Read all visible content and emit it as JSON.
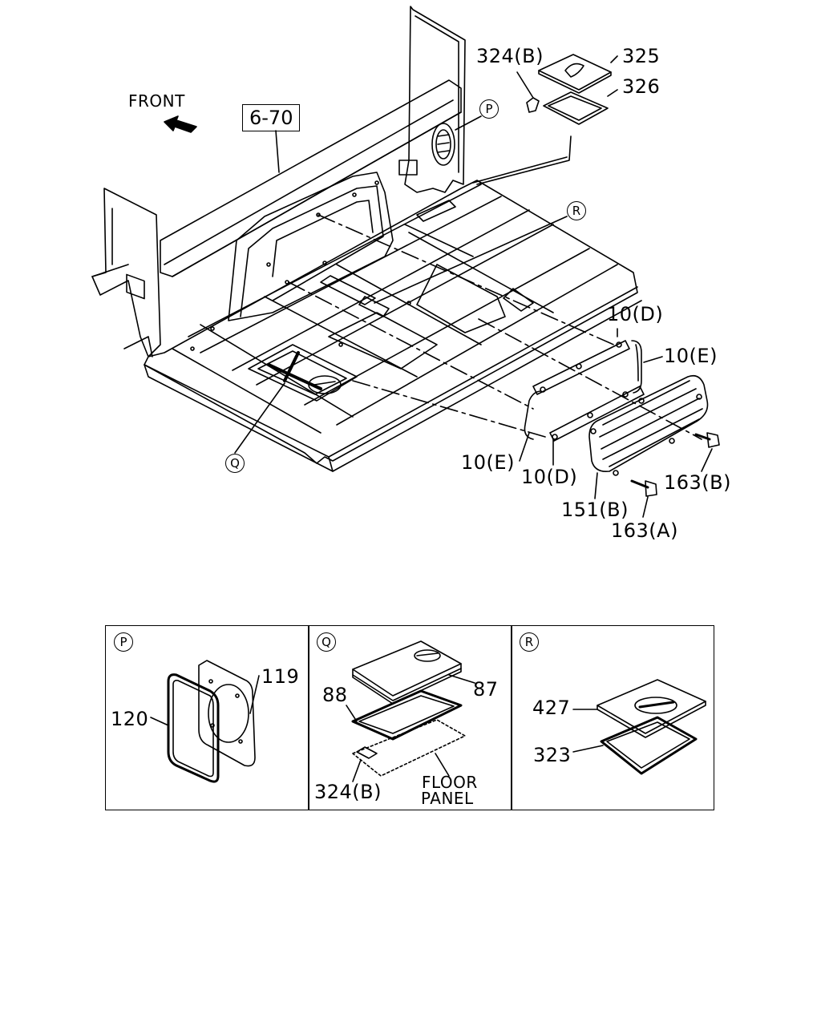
{
  "main_view": {
    "front_label": "FRONT",
    "ref_box": "6-70",
    "callouts": {
      "p": "P",
      "q": "Q",
      "r": "R",
      "part_324b": "324(B)",
      "part_325": "325",
      "part_326": "326",
      "part_10d_top": "10(D)",
      "part_10e_top": "10(E)",
      "part_10e_bottom": "10(E)",
      "part_10d_bottom": "10(D)",
      "part_151b": "151(B)",
      "part_163b": "163(B)",
      "part_163a": "163(A)"
    }
  },
  "details": [
    {
      "key": "P",
      "labels": {
        "a": "119",
        "b": "120"
      }
    },
    {
      "key": "Q",
      "labels": {
        "a": "87",
        "b": "88",
        "c": "324(B)",
        "d1": "FLOOR",
        "d2": "PANEL"
      }
    },
    {
      "key": "R",
      "labels": {
        "a": "427",
        "b": "323"
      }
    }
  ]
}
